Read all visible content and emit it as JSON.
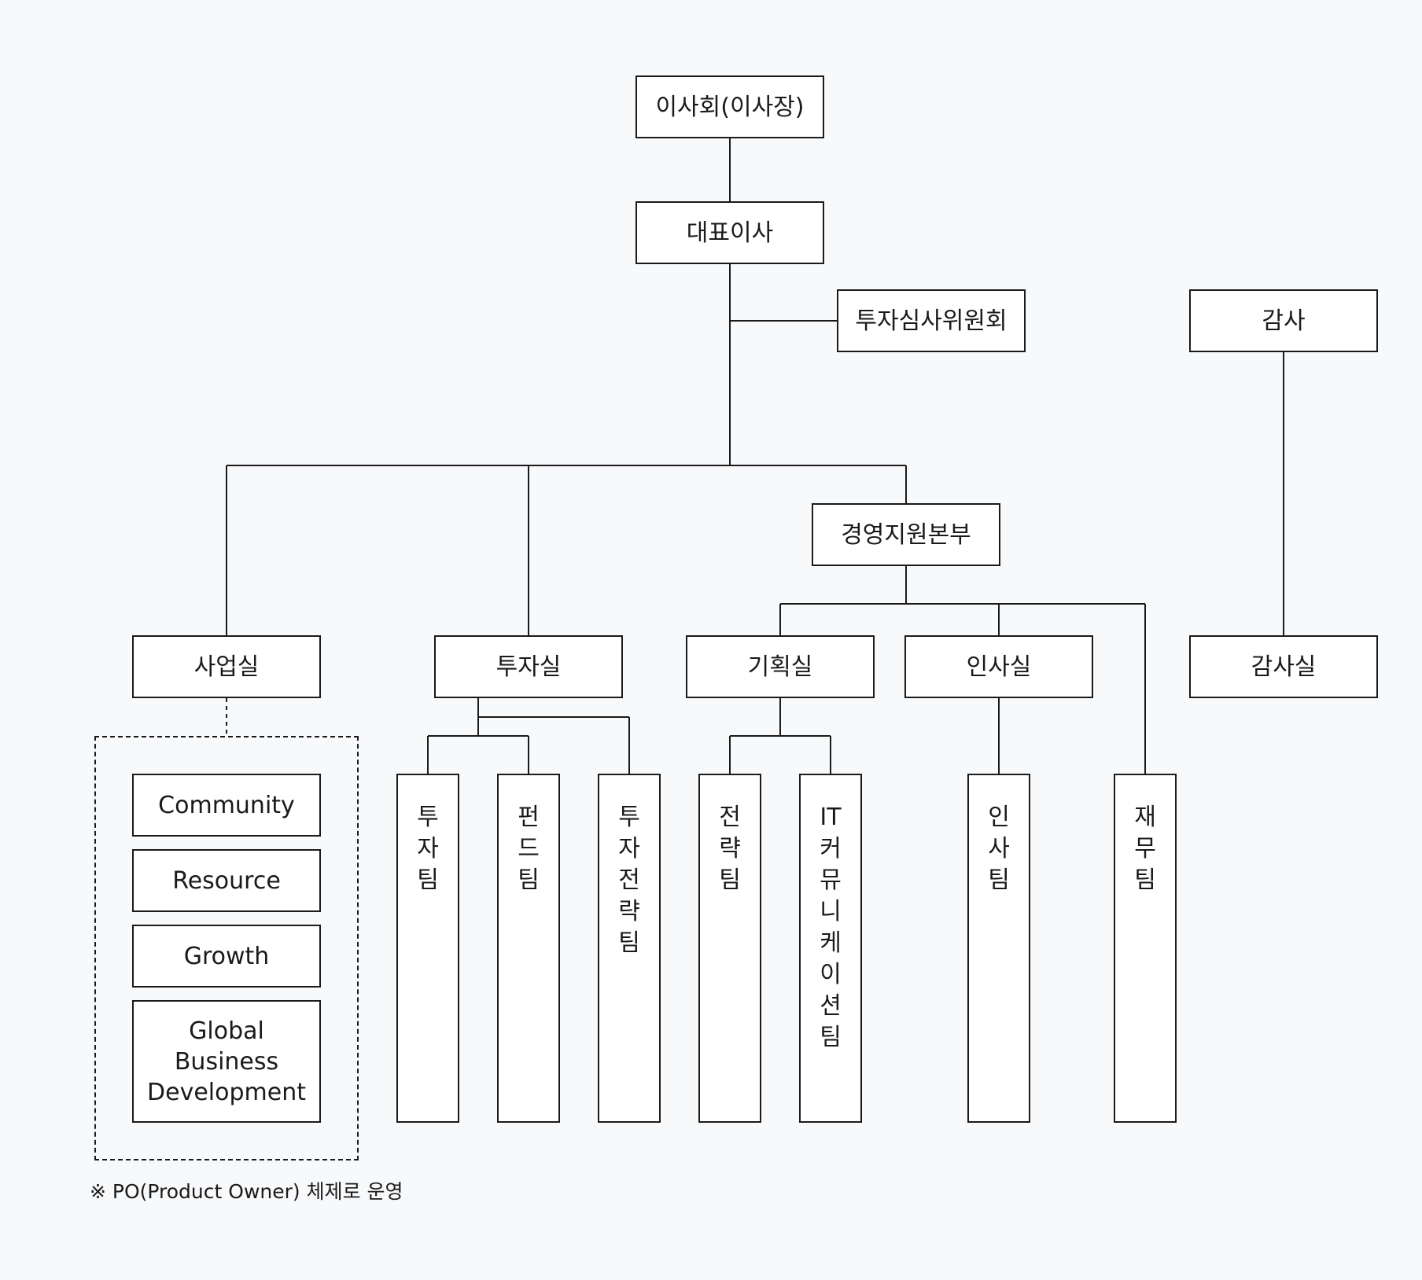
{
  "org": {
    "board": "이사회(이사장)",
    "ceo": "대표이사",
    "committee": "투자심사위원회",
    "audit": "감사",
    "mgmt_hq": "경영지원본부",
    "business_office": "사업실",
    "investment_office": "투자실",
    "planning_office": "기획실",
    "hr_office": "인사실",
    "audit_office": "감사실",
    "business_teams": [
      "Community",
      "Resource",
      "Growth",
      "Global Business Development"
    ],
    "teams": {
      "investment": "투자팀",
      "fund": "펀드팀",
      "investment_strategy": "투자전략팀",
      "strategy": "전략팀",
      "it_comm": "IT커뮤니케이션팀",
      "hr": "인사팀",
      "finance": "재무팀"
    }
  },
  "footnote": "※ PO(Product Owner) 체제로 운영"
}
